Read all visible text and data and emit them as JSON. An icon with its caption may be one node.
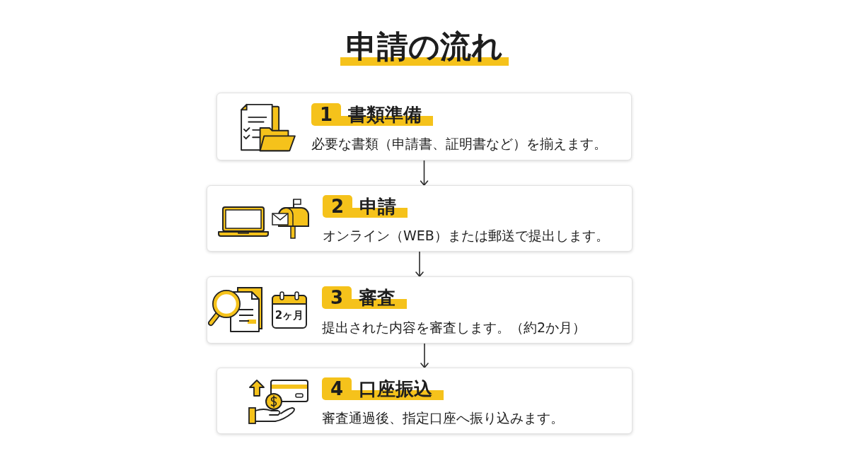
{
  "diagram": {
    "title": "申請の流れ",
    "nodes": [
      {
        "text": [
          "1",
          "書類準備",
          "必要な書類（申請書、証明書など）を揃えます。"
        ]
      },
      {
        "text": [
          "2",
          "申請",
          "オンライン（WEB）または郵送で提出します。"
        ]
      },
      {
        "text": [
          "3",
          "審査",
          "提出された内容を審査します。（約2か月）"
        ]
      },
      {
        "text": [
          "4",
          "口座振込",
          "審査通過後、指定口座へ振り込みます。"
        ]
      }
    ],
    "edges": [
      {
        "from": 0,
        "to": 1,
        "arrow": "to"
      },
      {
        "from": 1,
        "to": 2,
        "arrow": "to"
      },
      {
        "from": 2,
        "to": 3,
        "arrow": "to"
      }
    ],
    "labels": [
      "2ヶ月"
    ]
  }
}
